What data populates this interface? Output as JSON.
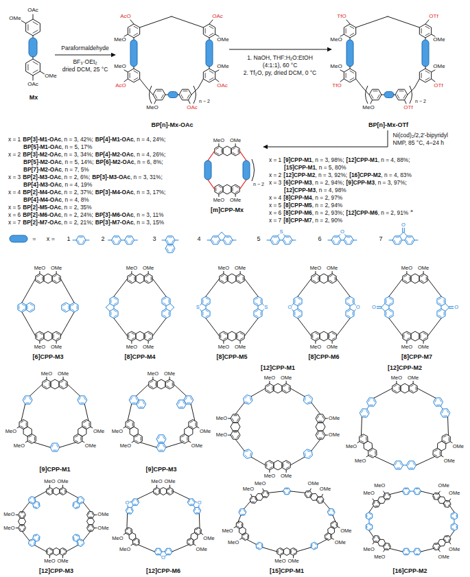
{
  "diagram": {
    "nodes": [
      {
        "text": [
          "Mx"
        ]
      },
      {
        "text": [
          "BP[n]-Mx-OAc"
        ]
      },
      {
        "text": [
          "BP[n]-Mx-OTf"
        ]
      },
      {
        "text": [
          "[m]CPP-Mx"
        ]
      },
      {
        "text": [
          "[6]CPP-M3"
        ]
      },
      {
        "text": [
          "[8]CPP-M4"
        ]
      },
      {
        "text": [
          "[8]CPP-M5"
        ]
      },
      {
        "text": [
          "[8]CPP-M6"
        ]
      },
      {
        "text": [
          "[8]CPP-M7"
        ]
      },
      {
        "text": [
          "[9]CPP-M1"
        ]
      },
      {
        "text": [
          "[9]CPP-M3"
        ]
      },
      {
        "text": [
          "[12]CPP-M1"
        ]
      },
      {
        "text": [
          "[12]CPP-M2"
        ]
      },
      {
        "text": [
          "[12]CPP-M3"
        ]
      },
      {
        "text": [
          "[12]CPP-M6"
        ]
      },
      {
        "text": [
          "[15]CPP-M1"
        ]
      },
      {
        "text": [
          "[16]CPP-M2"
        ]
      }
    ],
    "edges": [
      {
        "from": 0,
        "to": 1,
        "arrow": "to"
      },
      {
        "from": 1,
        "to": 2,
        "arrow": "to"
      },
      {
        "from": 2,
        "to": 3,
        "arrow": "to"
      }
    ],
    "labels": [
      "OAc",
      "OMe",
      "OMe",
      "OAc",
      "Paraformaldehyde",
      "BF₃·OEt₂",
      "dried DCM, 25 °C",
      "AcO",
      "OAc",
      "MeO",
      "OMe",
      "MeO",
      "OMe",
      "AcO",
      "OAc",
      "MeO",
      "OAc",
      "n − 2",
      "1. NaOH, THF:H₂O:EtOH",
      "(4:1:1), 60 °C",
      "2. Tf₂O, py, dried DCM, 0 °C",
      "TfO",
      "OTf",
      "MeO",
      "OMe",
      "MeO",
      "OMe",
      "TfO",
      "OTf",
      "MeO",
      "OTf",
      "n − 2",
      "x = 1",
      "BP[3]-M1-OAc",
      ", n = 3, 42%;",
      "BP[4]-M1-OAc",
      ", n = 4, 24%;",
      "BP[5]-M1-OAc",
      ", n = 5, 17%",
      "x = 2",
      "BP[3]-M2-OAc",
      ", n = 3, 34%;",
      "BP[4]-M2-OAc",
      ", n = 4, 26%;",
      "BP[5]-M2-OAc",
      ", n = 5, 14%;",
      "BP[6]-M2-OAc",
      ", n = 6, 8%;",
      "BP[7]-M2-OAc",
      ", n = 7, 5%",
      "x = 3",
      "BP[2]-M3-OAc",
      ", n = 2, 6%;",
      "BP[3]-M3-OAc",
      ", n = 3, 31%;",
      "BP[4]-M3-OAc",
      ", n = 4, 19%",
      "x = 4",
      "BP[2]-M4-OAc",
      ", n = 2, 37%;",
      "BP[3]-M4-OAc",
      ", n = 3, 17%;",
      "BP[4]-M4-OAc",
      ", n = 4, 8%",
      "x = 5",
      "BP[2]-M5-OAc",
      ", n = 2, 35%",
      "x = 6",
      "BP[2]-M6-OAc",
      ", n = 2, 24%;",
      "BP[3]-M6-OAc",
      ", n = 3, 11%",
      "x = 7",
      "BP[2]-M7-OAc",
      ", n = 2, 21%;",
      "BP[3]-M7-OAc",
      ", n = 3, 15%",
      "MeO",
      "OMe",
      "OMe",
      "MeO",
      "n − 2",
      "Ni(cod)₂/2,2′-bipyridyl",
      "NMP, 85 °C, 4–24 h",
      "x = 1",
      "[9]CPP-M1",
      ", n = 3, 98%;",
      "[12]CPP-M1",
      ", n = 4, 88%;",
      "[15]CPP-M1",
      ", n = 5, 80%",
      "x = 2",
      "[12]CPP-M2",
      ", n = 3, 92%;",
      "[16]CPP-M2",
      ", n = 4, 83%",
      "x = 3",
      "[6]CPP-M3",
      ", n = 2, 94%;",
      "[9]CPP-M3",
      ", n = 3, 97%;",
      "[12]CPP-M3",
      ", n = 4, 98%",
      "x = 4",
      "[8]CPP-M4",
      ", n = 2, 97%",
      "x = 5",
      "[8]CPP-M5",
      ", n = 2, 94%",
      "x = 6",
      "[8]CPP-M6",
      ", n = 2, 93%;",
      "[12]CPP-M6",
      ", n = 2, 91%",
      "a",
      "x = 7",
      "[8]CPP-M7",
      ", n = 2, 90%",
      "=",
      "x =",
      "1",
      "2",
      "3",
      "4",
      "5",
      "S",
      "6",
      "O",
      "7",
      "O",
      "MeO",
      "OMe",
      "OMe",
      "MeO",
      "MeO",
      "OMe",
      "OMe",
      "MeO",
      "MeO",
      "OMe",
      "S",
      "OMe",
      "MeO",
      "S",
      "MeO",
      "OMe",
      "O",
      "OMe",
      "MeO",
      "O",
      "MeO",
      "OMe",
      "O",
      "OMe",
      "MeO",
      "O",
      "MeO",
      "OMe",
      "OMe",
      "OMe",
      "MeO",
      "MeO",
      "MeO",
      "OMe",
      "OMe",
      "OMe",
      "MeO",
      "MeO",
      "MeO",
      "OMe",
      "OMe",
      "OMe",
      "OMe",
      "MeO",
      "MeO",
      "MeO",
      "MeO",
      "OMe",
      "OMe",
      "OMe",
      "MeO",
      "MeO",
      "MeO",
      "OMe",
      "OMe",
      "OMe",
      "OMe",
      "MeO",
      "MeO",
      "MeO",
      "MeO",
      "OMe",
      "O",
      "OMe",
      "OMe",
      "O",
      "MeO",
      "MeO",
      "O",
      "OMe",
      "OMe",
      "OMe",
      "OMe",
      "OMe",
      "MeO",
      "MeO",
      "MeO",
      "MeO",
      "MeO",
      "OMe",
      "OMe",
      "OMe",
      "OMe",
      "MeO",
      "MeO",
      "MeO",
      "MeO"
    ]
  }
}
